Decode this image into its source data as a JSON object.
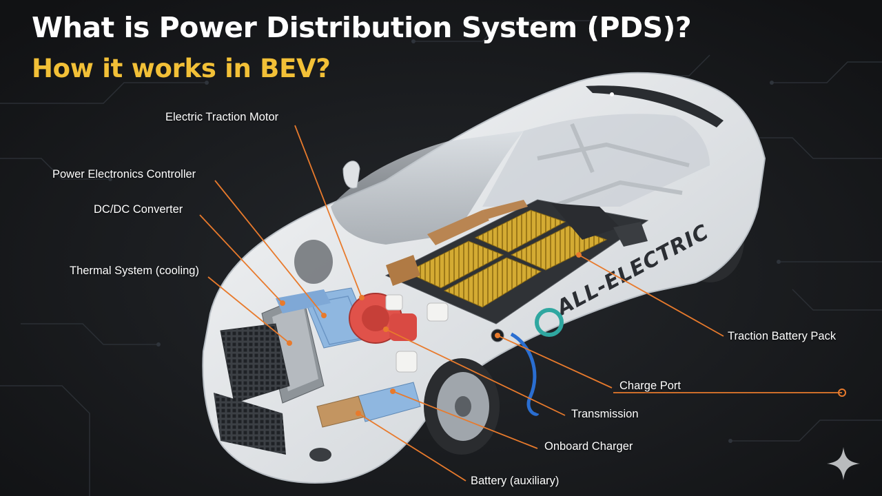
{
  "title": "What is Power Distribution System (PDS)?",
  "subtitle": "How it works in BEV?",
  "side_text": "ALL-ELECTRIC",
  "labels": {
    "motor": "Electric Traction Motor",
    "pec": "Power Electronics Controller",
    "dcdc": "DC/DC Converter",
    "thermal": "Thermal System (cooling)",
    "battery_pack": "Traction Battery Pack",
    "charge_port": "Charge Port",
    "transmission": "Transmission",
    "onboard_charger": "Onboard Charger",
    "aux_battery": "Battery (auxiliary)"
  },
  "colors": {
    "background": "#17191c",
    "title": "#ffffff",
    "subtitle": "#f2c037",
    "leader_line": "#e87a2c",
    "car_body": "#e9ecef",
    "battery_cells": "#d8b03a",
    "motor": "#e0524a",
    "cooling_plates": "#8fb7e0"
  },
  "icons": [
    "sparkle-icon"
  ]
}
